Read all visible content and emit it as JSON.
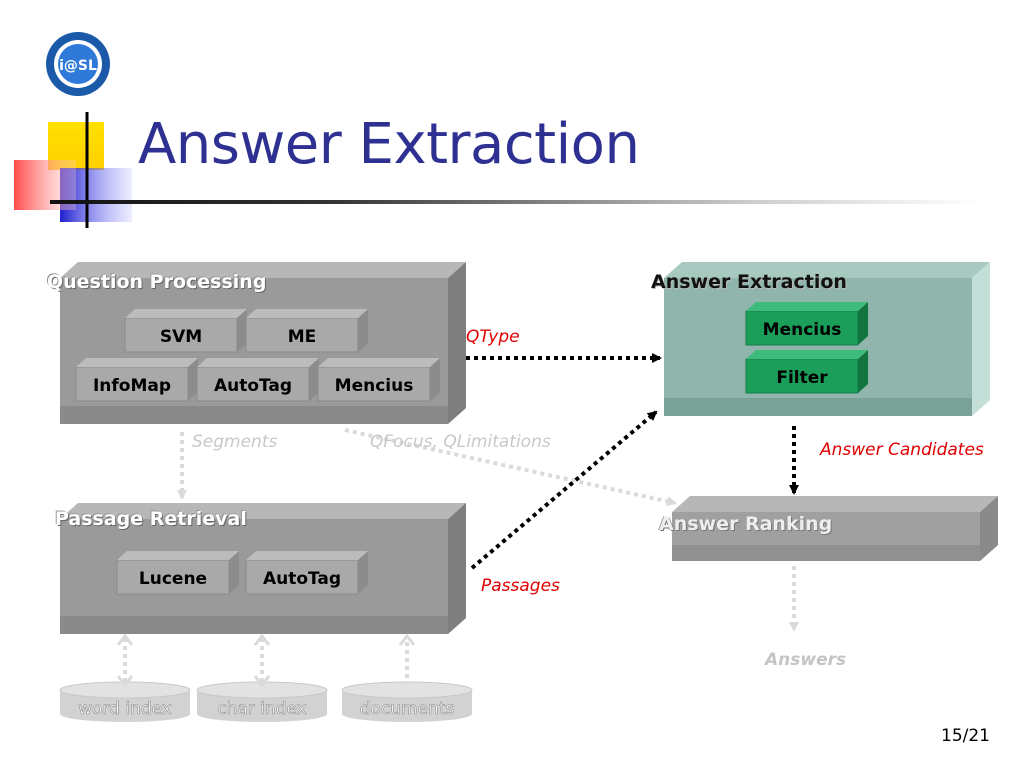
{
  "slide": {
    "title": "Answer Extraction",
    "page": "15/21",
    "logo_text": "i@SL"
  },
  "diagram": {
    "question_processing": {
      "title": "Question Processing",
      "modules_row1": [
        "SVM",
        "ME"
      ],
      "modules_row2": [
        "InfoMap",
        "AutoTag",
        "Mencius"
      ]
    },
    "passage_retrieval": {
      "title": "Passage Retrieval",
      "modules": [
        "Lucene",
        "AutoTag"
      ]
    },
    "answer_extraction": {
      "title": "Answer Extraction",
      "modules": [
        "Mencius",
        "Filter"
      ]
    },
    "answer_ranking": {
      "title": "Answer Ranking"
    },
    "databases": [
      "word index",
      "char index",
      "documents"
    ],
    "edge_labels": {
      "qtype": "QType",
      "segments": "Segments",
      "qfocus": "QFocus, QLimitations",
      "answer_candidates": "Answer Candidates",
      "passages": "Passages",
      "answers": "Answers"
    }
  },
  "colors": {
    "title": "#2e3192",
    "grey_box": "#9a9a9a",
    "green_box": "#8fb5ac",
    "green_module": "#1a9e5a",
    "edge_label_red": "#e00000"
  }
}
